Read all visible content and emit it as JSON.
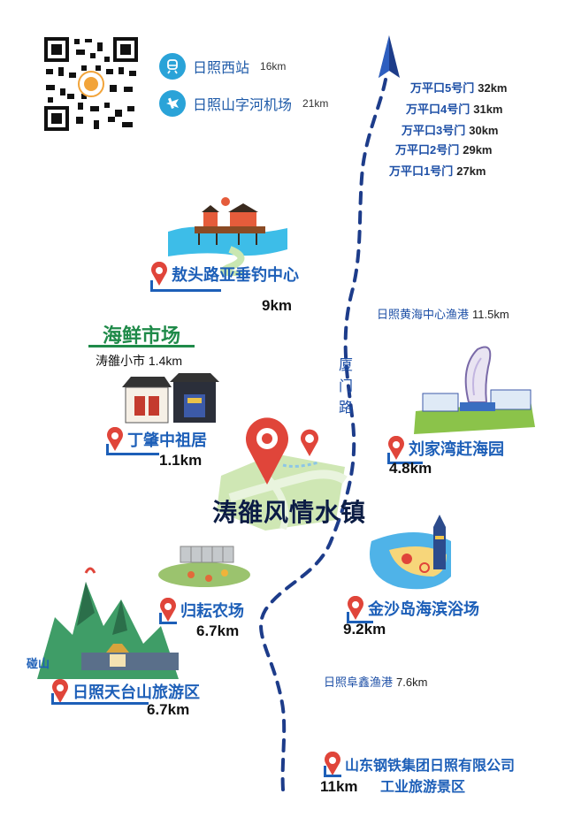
{
  "legend": {
    "station": {
      "icon": "train-icon",
      "name": "日照西站",
      "distance": "16km"
    },
    "airport": {
      "icon": "airplane-icon",
      "name": "日照山字河机场",
      "distance": "21km"
    }
  },
  "exits": [
    {
      "name": "万平口5号门",
      "distance": "32km"
    },
    {
      "name": "万平口4号门",
      "distance": "31km"
    },
    {
      "name": "万平口3号门",
      "distance": "30km"
    },
    {
      "name": "万平口2号门",
      "distance": "29km"
    },
    {
      "name": "万平口1号门",
      "distance": "27km"
    }
  ],
  "road": {
    "name_chars": [
      "厦",
      "门",
      "路"
    ]
  },
  "road_labels": {
    "fishing_port_center": {
      "name": "日照黄海中心渔港",
      "distance": "11.5km"
    },
    "fuxin_port": {
      "name": "日照阜鑫渔港",
      "distance": "7.6km"
    }
  },
  "seafood_market": {
    "title": "海鲜市场",
    "name": "涛雒小市",
    "distance": "1.4km"
  },
  "town": {
    "title": "涛雒风情水镇"
  },
  "pois": {
    "aotou": {
      "name": "敖头路亚垂钓中心",
      "distance": "9km"
    },
    "dingzhao": {
      "name": "丁肇中祖居",
      "distance": "1.1km"
    },
    "liujiawan": {
      "name": "刘家湾赶海园",
      "distance": "4.8km"
    },
    "guiyun": {
      "name": "归耘农场",
      "distance": "6.7km"
    },
    "jinshadao": {
      "name": "金沙岛海滨浴场",
      "distance": "9.2km"
    },
    "tiantaishan": {
      "name": "日照天台山旅游区",
      "distance": "6.7km",
      "side_label": "碰山"
    },
    "steel": {
      "name_line1": "山东钢铁集团日照有限公司",
      "name_line2": "工业旅游景区",
      "distance": "11km"
    }
  },
  "colors": {
    "brand_blue": "#1d5fb8",
    "road_blue": "#1d3c8a",
    "pin_red": "#e0453a",
    "seafood_green": "#1f8a49"
  }
}
